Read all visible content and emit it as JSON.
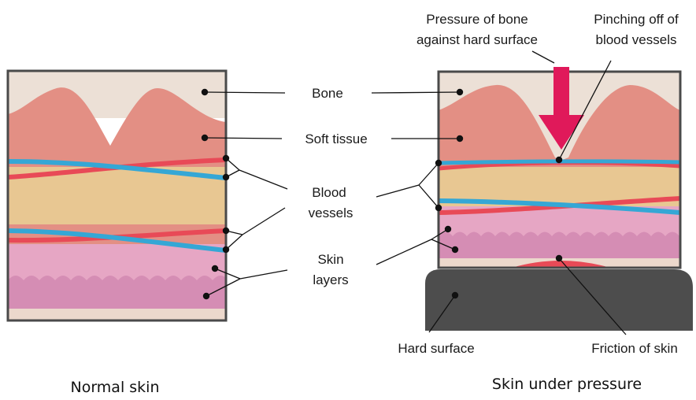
{
  "labels": {
    "bone": "Bone",
    "soft_tissue": "Soft tissue",
    "blood_line1": "Blood",
    "blood_line2": "vessels",
    "skin_line1": "Skin",
    "skin_line2": "layers",
    "pressure_line1": "Pressure of bone",
    "pressure_line2": "against hard surface",
    "pinch_line1": "Pinching off of",
    "pinch_line2": "blood vessels",
    "hard_surface": "Hard surface",
    "friction": "Friction of skin"
  },
  "captions": {
    "left": "Normal skin",
    "right": "Skin under pressure"
  },
  "colors": {
    "bone": "#ece0d6",
    "soft_tissue": "#e38f84",
    "fat": "#e8c792",
    "vessel_red": "#e84a57",
    "vessel_blue": "#35a7d5",
    "skin_pink": "#e6a6c4",
    "skin_dark": "#d58db4",
    "frame": "#4a4a4a",
    "hard_surface": "#4d4d4d",
    "arrow": "#e0195a"
  }
}
